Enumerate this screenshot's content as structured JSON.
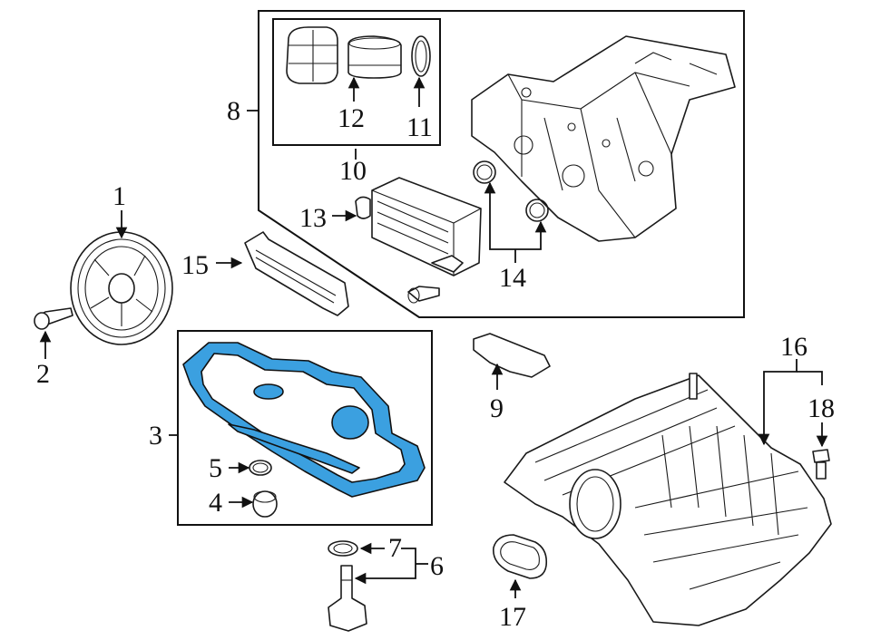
{
  "callouts": {
    "c1": "1",
    "c2": "2",
    "c3": "3",
    "c4": "4",
    "c5": "5",
    "c6": "6",
    "c7": "7",
    "c8": "8",
    "c9": "9",
    "c10": "10",
    "c11": "11",
    "c12": "12",
    "c13": "13",
    "c14": "14",
    "c15": "15",
    "c16": "16",
    "c17": "17",
    "c18": "18"
  },
  "colors": {
    "highlight": "#3ba0e0",
    "line": "#111111",
    "background": "#ffffff"
  }
}
